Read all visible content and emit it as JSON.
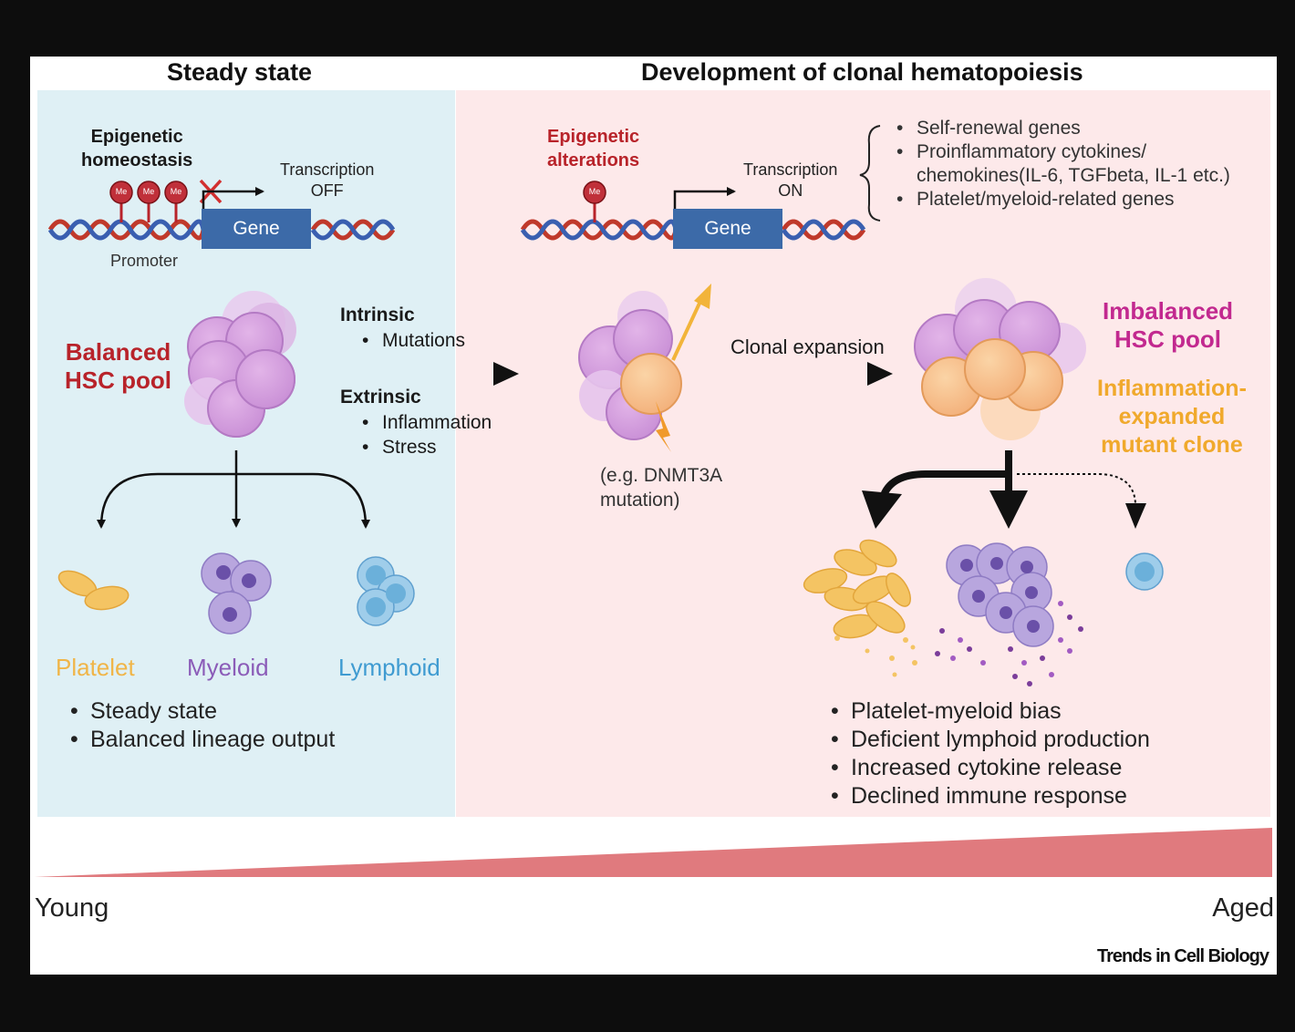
{
  "headers": {
    "left": "Steady state",
    "right": "Development of clonal hematopoiesis"
  },
  "left": {
    "epigenetic_label": [
      "Epigenetic",
      "homeostasis"
    ],
    "transcription_label": [
      "Transcription",
      "OFF"
    ],
    "me_label": "Me",
    "gene_label": "Gene",
    "promoter_label": "Promoter",
    "pool_label": [
      "Balanced",
      "HSC pool"
    ],
    "lineages": {
      "platelet": "Platelet",
      "myeloid": "Myeloid",
      "lymphoid": "Lymphoid"
    },
    "summary": [
      "Steady state",
      "Balanced lineage output"
    ]
  },
  "factors": {
    "intrinsic_title": "Intrinsic",
    "intrinsic_items": [
      "Mutations"
    ],
    "extrinsic_title": "Extrinsic",
    "extrinsic_items": [
      "Inflammation",
      "Stress"
    ]
  },
  "right": {
    "epigenetic_label": [
      "Epigenetic",
      "alterations"
    ],
    "transcription_label": [
      "Transcription",
      "ON"
    ],
    "me_label": "Me",
    "gene_label": "Gene",
    "targets": [
      "Self-renewal genes",
      "Proinflammatory cytokines/",
      "chemokines(IL-6, TGFbeta, IL-1 etc.)",
      "Platelet/myeloid-related genes"
    ],
    "mutation_note": [
      "(e.g. DNMT3A",
      "mutation)"
    ],
    "clonal_expansion": "Clonal expansion",
    "imbalanced_label": [
      "Imbalanced",
      "HSC pool"
    ],
    "inflammation_label": [
      "Inflammation-",
      "expanded",
      "mutant clone"
    ],
    "summary": [
      "Platelet-myeloid bias",
      "Deficient lymphoid production",
      "Increased cytokine release",
      "Declined immune response"
    ]
  },
  "age_axis": {
    "start": "Young",
    "end": "Aged"
  },
  "credit": "Trends in Cell Biology",
  "colors": {
    "left_bg": "#dff0f5",
    "right_bg": "#fde9ea",
    "red_label": "#b8232a",
    "magenta_label": "#c2298f",
    "orange_label": "#f0a92c",
    "platelet": "#f2bd56",
    "myeloid": "#9174c4",
    "lymphoid": "#5fa9d6",
    "gene_box": "#3c6aa8",
    "age_wedge": "#e07a7e"
  },
  "icons": [
    "methyl-group-icon",
    "blocked-cross-icon",
    "dna-helix-icon",
    "lightning-icon",
    "arrow-icon"
  ]
}
